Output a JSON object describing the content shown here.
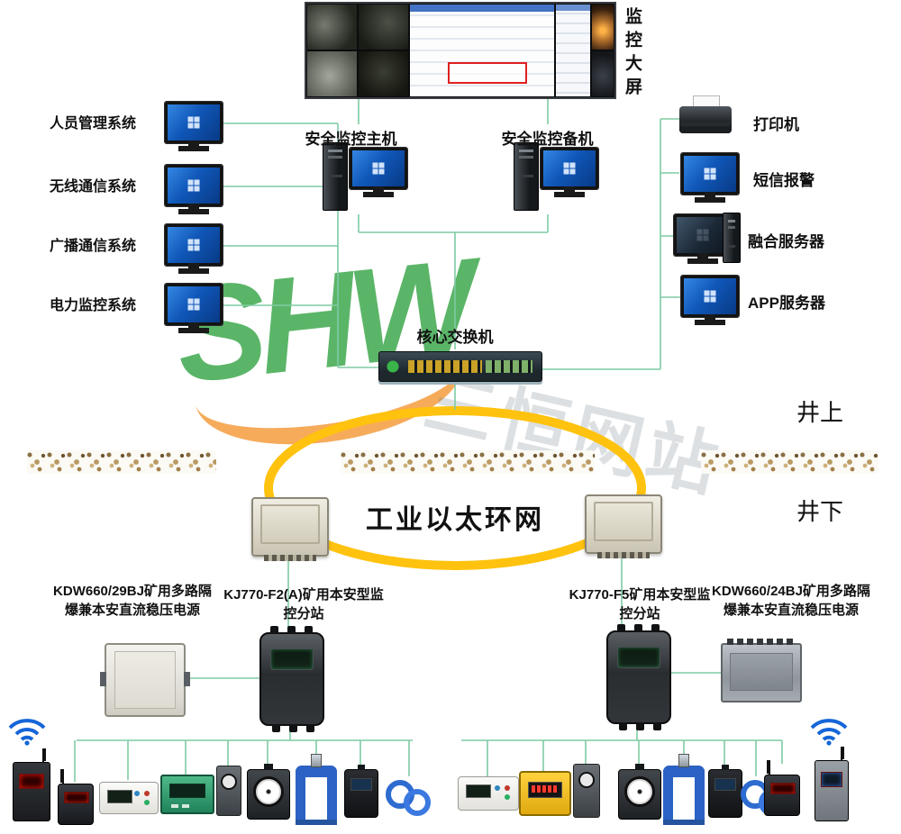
{
  "watermark": {
    "logo_text": "SHW",
    "site_text": "三恒网站"
  },
  "big_screen": {
    "label": "监控大屏"
  },
  "left_systems": [
    {
      "label": "人员管理系统",
      "icon": "desktop-monitor-icon"
    },
    {
      "label": "无线通信系统",
      "icon": "desktop-monitor-icon"
    },
    {
      "label": "广播通信系统",
      "icon": "desktop-monitor-icon"
    },
    {
      "label": "电力监控系统",
      "icon": "desktop-monitor-icon"
    }
  ],
  "hosts": [
    {
      "label": "安全监控主机",
      "icon": "desktop-pc-icon"
    },
    {
      "label": "安全监控备机",
      "icon": "desktop-pc-icon"
    }
  ],
  "right_devices": [
    {
      "label": "打印机",
      "icon": "printer-icon"
    },
    {
      "label": "短信报警",
      "icon": "desktop-monitor-icon"
    },
    {
      "label": "融合服务器",
      "icon": "server-pc-icon"
    },
    {
      "label": "APP服务器",
      "icon": "desktop-monitor-icon"
    }
  ],
  "core_switch": {
    "label": "核心交换机",
    "icon": "network-switch-icon"
  },
  "ring": {
    "label": "工业以太环网"
  },
  "zones": {
    "surface": "井上",
    "underground": "井下"
  },
  "left_branch": {
    "power_supply_label": "KDW660/29BJ矿用多路隔爆兼本安直流稳压电源",
    "substation_label": "KJ770-F2(A)矿用本安型监控分站"
  },
  "right_branch": {
    "substation_label": "KJ770-F5矿用本安型监控分站",
    "power_supply_label": "KDW660/24BJ矿用多路隔爆兼本安直流稳压电源"
  },
  "colors": {
    "ring": "#ffc20e",
    "connection_line": "#7ecba4",
    "watermark_green": "#3ea84e",
    "watermark_orange": "#f49632"
  },
  "field_device_icons": {
    "left": [
      "gas-sensor-icon",
      "instrument-icon",
      "gas-analyzer-icon",
      "mini-sensor-icon",
      "dial-sensor-icon",
      "pipe-clamp-sensor-icon",
      "black-sensor-icon",
      "signal-cable-icon"
    ],
    "right": [
      "instrument-icon",
      "led-meter-icon",
      "mini-sensor-icon",
      "dial-sensor-icon",
      "pipe-clamp-sensor-icon",
      "black-sensor-icon",
      "signal-cable-icon",
      "gas-sensor-icon"
    ],
    "corners": [
      "wifi-icon",
      "telemetry-display-icon"
    ]
  }
}
